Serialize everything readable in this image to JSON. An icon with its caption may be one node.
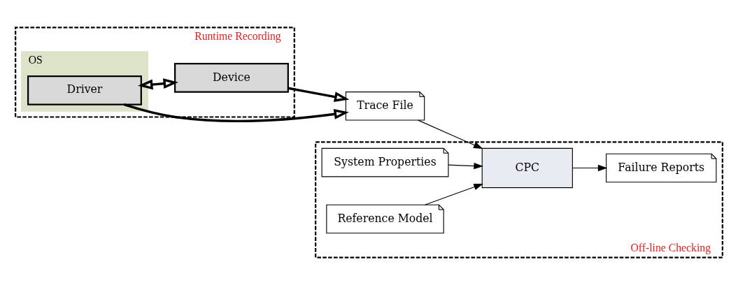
{
  "diagram": {
    "nodes": [
      {
        "text": [
          "Runtime Recording"
        ]
      },
      {
        "text": [
          "OS"
        ],
        "in": 0
      },
      {
        "text": [
          "Driver"
        ],
        "in": 1
      },
      {
        "text": [
          "Device"
        ],
        "in": 0
      },
      {
        "text": [
          "Trace File"
        ]
      },
      {
        "text": [
          "Off-line Checking"
        ]
      },
      {
        "text": [
          "System Properties"
        ],
        "in": 5
      },
      {
        "text": [
          "CPC"
        ],
        "in": 5
      },
      {
        "text": [
          "Failure Reports"
        ],
        "in": 5
      },
      {
        "text": [
          "Reference Model"
        ],
        "in": 5
      }
    ],
    "edges": [
      {
        "from": 2,
        "to": 3,
        "arrow": "both",
        "style": "thick"
      },
      {
        "from": 2,
        "to": 4,
        "arrow": "to",
        "style": "thick"
      },
      {
        "from": 3,
        "to": 4,
        "arrow": "to",
        "style": "thick"
      },
      {
        "from": 4,
        "to": 7,
        "arrow": "to"
      },
      {
        "from": 6,
        "to": 7,
        "arrow": "to"
      },
      {
        "from": 9,
        "to": 7,
        "arrow": "to"
      },
      {
        "from": 7,
        "to": 8,
        "arrow": "to"
      }
    ]
  }
}
